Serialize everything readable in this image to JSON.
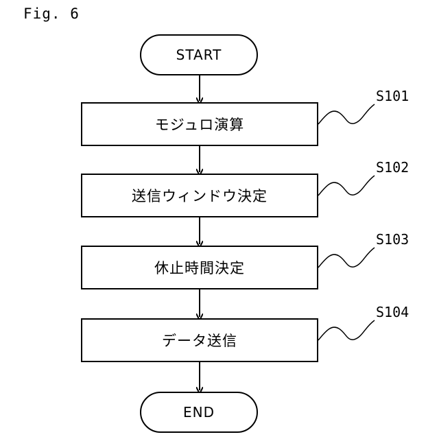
{
  "figure_label": "Fig. 6",
  "start": {
    "label": "START"
  },
  "end": {
    "label": "END"
  },
  "steps": [
    {
      "id": "S101",
      "label": "モジュロ演算"
    },
    {
      "id": "S102",
      "label": "送信ウィンドウ決定"
    },
    {
      "id": "S103",
      "label": "休止時間決定"
    },
    {
      "id": "S104",
      "label": "データ送信"
    }
  ]
}
